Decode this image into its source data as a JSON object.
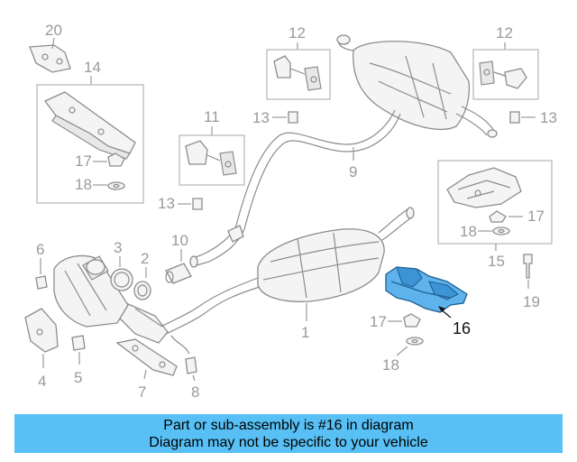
{
  "callouts": {
    "n1": "1",
    "n2": "2",
    "n3": "3",
    "n4": "4",
    "n5": "5",
    "n6": "6",
    "n7": "7",
    "n8": "8",
    "n9": "9",
    "n10": "10",
    "n11": "11",
    "n12a": "12",
    "n12b": "12",
    "n13a": "13",
    "n13b": "13",
    "n13c": "13",
    "n14": "14",
    "n15": "15",
    "n16": "16",
    "n17a": "17",
    "n17b": "17",
    "n17c": "17",
    "n18a": "18",
    "n18b": "18",
    "n18c": "18",
    "n19": "19",
    "n20": "20"
  },
  "highlighted_part": "16",
  "colors": {
    "highlight": "#5eb3ec",
    "banner": "#58c0f5"
  },
  "banner": {
    "line1": "Part or sub-assembly is #16 in diagram",
    "line2": "Diagram may not be specific to your vehicle"
  }
}
